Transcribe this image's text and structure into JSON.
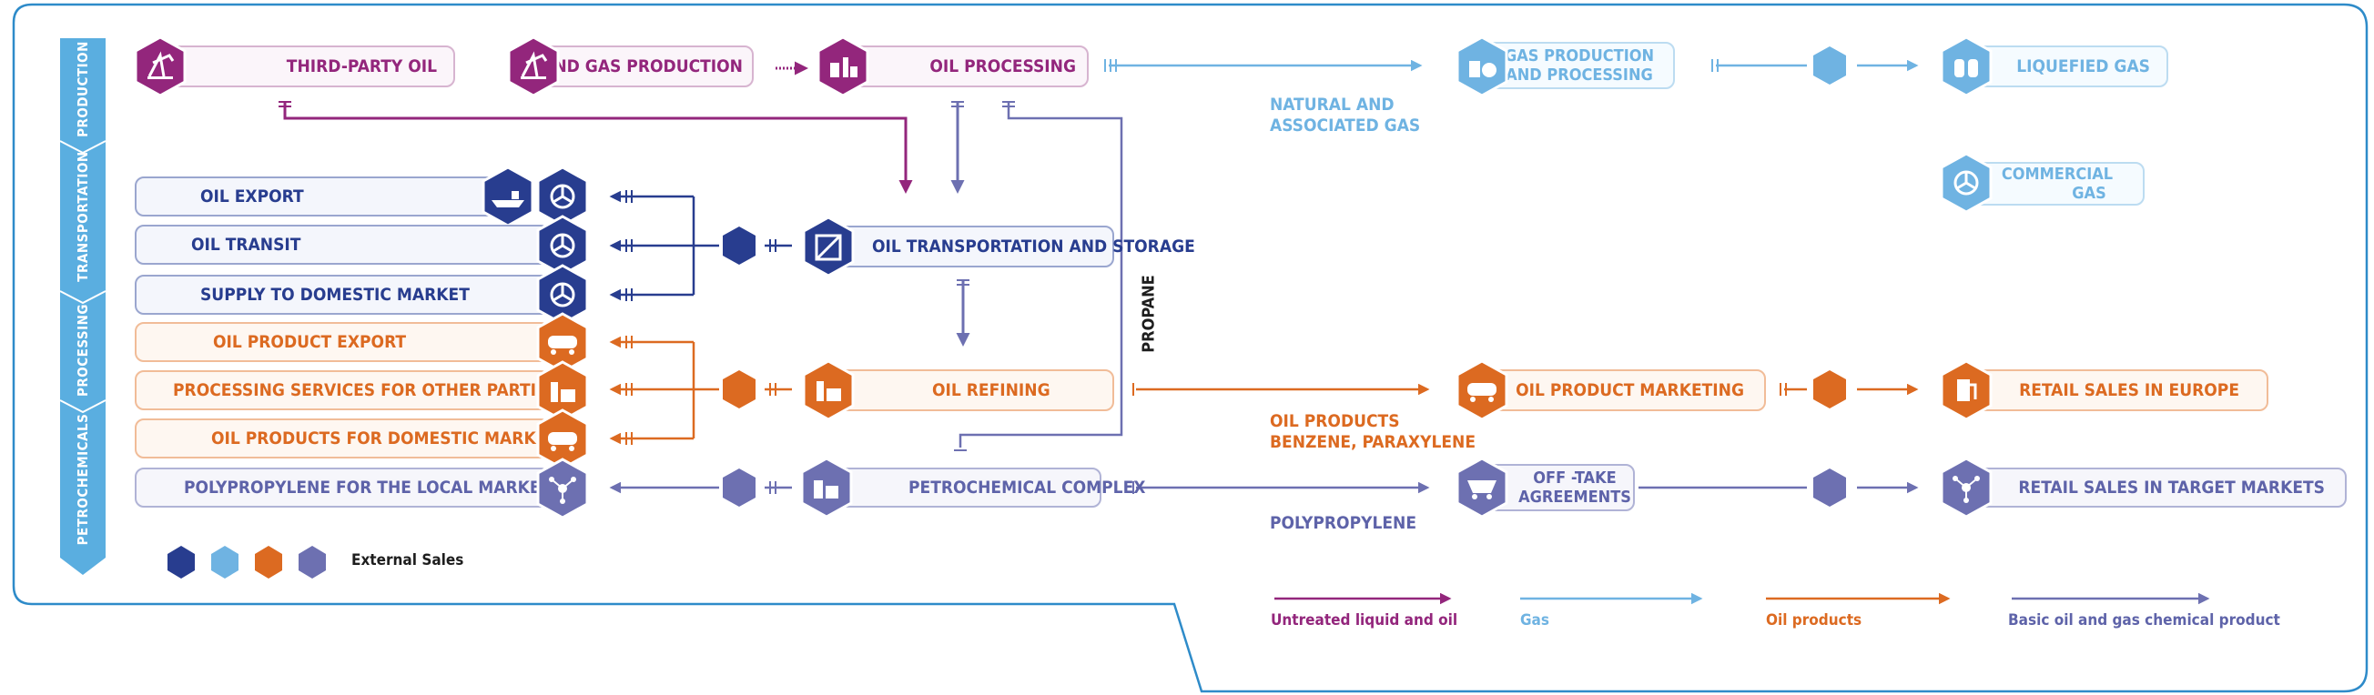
{
  "colors": {
    "purple": "#93267c",
    "gas_light_blue": "#6fb3e2",
    "dark_blue": "#283d8f",
    "orange": "#dc6a21",
    "violet": "#6d70b1"
  },
  "sidebar": {
    "labels": [
      "PRODUCTION",
      "TRANSPORTATION",
      "PROCESSING",
      "PETROCHEMICALS"
    ]
  },
  "nodes": {
    "third_party_oil": "THIRD-PARTY OIL",
    "oil_gas_production": "OIL AND GAS PRODUCTION",
    "oil_processing": "OIL PROCESSING",
    "gas_production_line1": "GAS PRODUCTION",
    "gas_production_line2": "AND PROCESSING",
    "liquefied_gas": "LIQUEFIED GAS",
    "commercial_gas_line1": "COMMERCIAL",
    "commercial_gas_line2": "GAS",
    "oil_export": "OIL EXPORT",
    "oil_transit": "OIL TRANSIT",
    "supply_domestic": "SUPPLY TO DOMESTIC MARKET",
    "oil_transport_storage": "OIL TRANSPORTATION AND STORAGE",
    "oil_product_export": "OIL PRODUCT EXPORT",
    "processing_services": "PROCESSING SERVICES FOR OTHER PARTIES",
    "oil_refining": "OIL REFINING",
    "oil_products_domestic": "OIL PRODUCTS FOR DOMESTIC MARKET",
    "oil_product_marketing": "OIL PRODUCT MARKETING",
    "retail_europe": "RETAIL SALES IN EUROPE",
    "polypropylene_local": "POLYPROPYLENE FOR THE LOCAL MARKET",
    "petrochemical_complex": "PETROCHEMICAL COMPLEX",
    "offtake_line1": "OFF -TAKE",
    "offtake_line2": "AGREEMENTS",
    "retail_target": "RETAIL SALES IN TARGET MARKETS"
  },
  "flow_labels": {
    "natural_gas_line1": "NATURAL AND",
    "natural_gas_line2": "ASSOCIATED GAS",
    "propane": "PROPANE",
    "oil_products_line1": "OIL PRODUCTS",
    "oil_products_line2": "BENZENE, PARAXYLENE",
    "polypropylene": "POLYPROPYLENE"
  },
  "legend": {
    "external_sales": "External Sales",
    "untreated": "Untreated liquid and oil",
    "gas": "Gas",
    "oil_products": "Oil products",
    "basic_chemical": "Basic oil and gas chemical product"
  },
  "icons": {
    "third_party_oil": "oil-pump-icon",
    "oil_gas_production": "oil-pump-icon",
    "oil_processing": "refinery-tanks-icon",
    "gas_production": "gas-plant-icon",
    "liquefied_gas": "gas-cylinders-icon",
    "commercial_gas": "valve-icon",
    "oil_export": "tanker-ship-icon",
    "pipeline_valve": "valve-icon",
    "oil_transport_storage": "storage-tank-icon",
    "rail_tanker": "rail-tank-car-icon",
    "oil_refining": "refinery-icon",
    "polypropylene_local": "molecule-icon",
    "petrochemical_complex": "chemical-plant-icon",
    "offtake": "rail-hopper-car-icon",
    "retail_europe": "fuel-pump-icon",
    "retail_target": "molecule-icon"
  }
}
